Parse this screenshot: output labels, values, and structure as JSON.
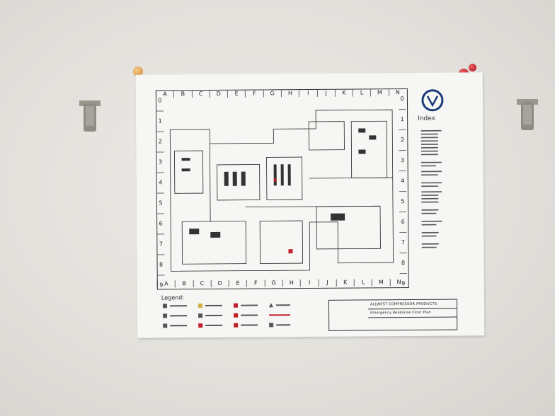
{
  "scene": "photo-of-wall-poster",
  "poster": {
    "column_labels": [
      "A",
      "B",
      "C",
      "D",
      "E",
      "F",
      "G",
      "H",
      "I",
      "J",
      "K",
      "L",
      "M",
      "N"
    ],
    "row_labels": [
      "0",
      "1",
      "2",
      "3",
      "4",
      "5",
      "6",
      "7",
      "8",
      "9"
    ],
    "index_title": "Index",
    "legend_title": "Legend:",
    "title_block": {
      "company": "ALLWEST COMPRESSOR PRODUCTS",
      "subtitle": "Emergency Response Floor Plan"
    }
  },
  "colors": {
    "wall": "#e4e2dd",
    "paper": "#f6f6f4",
    "pin_orange": "#e0a050",
    "pin_red": "#c0202a",
    "clip_metal": "#8f8c86"
  }
}
